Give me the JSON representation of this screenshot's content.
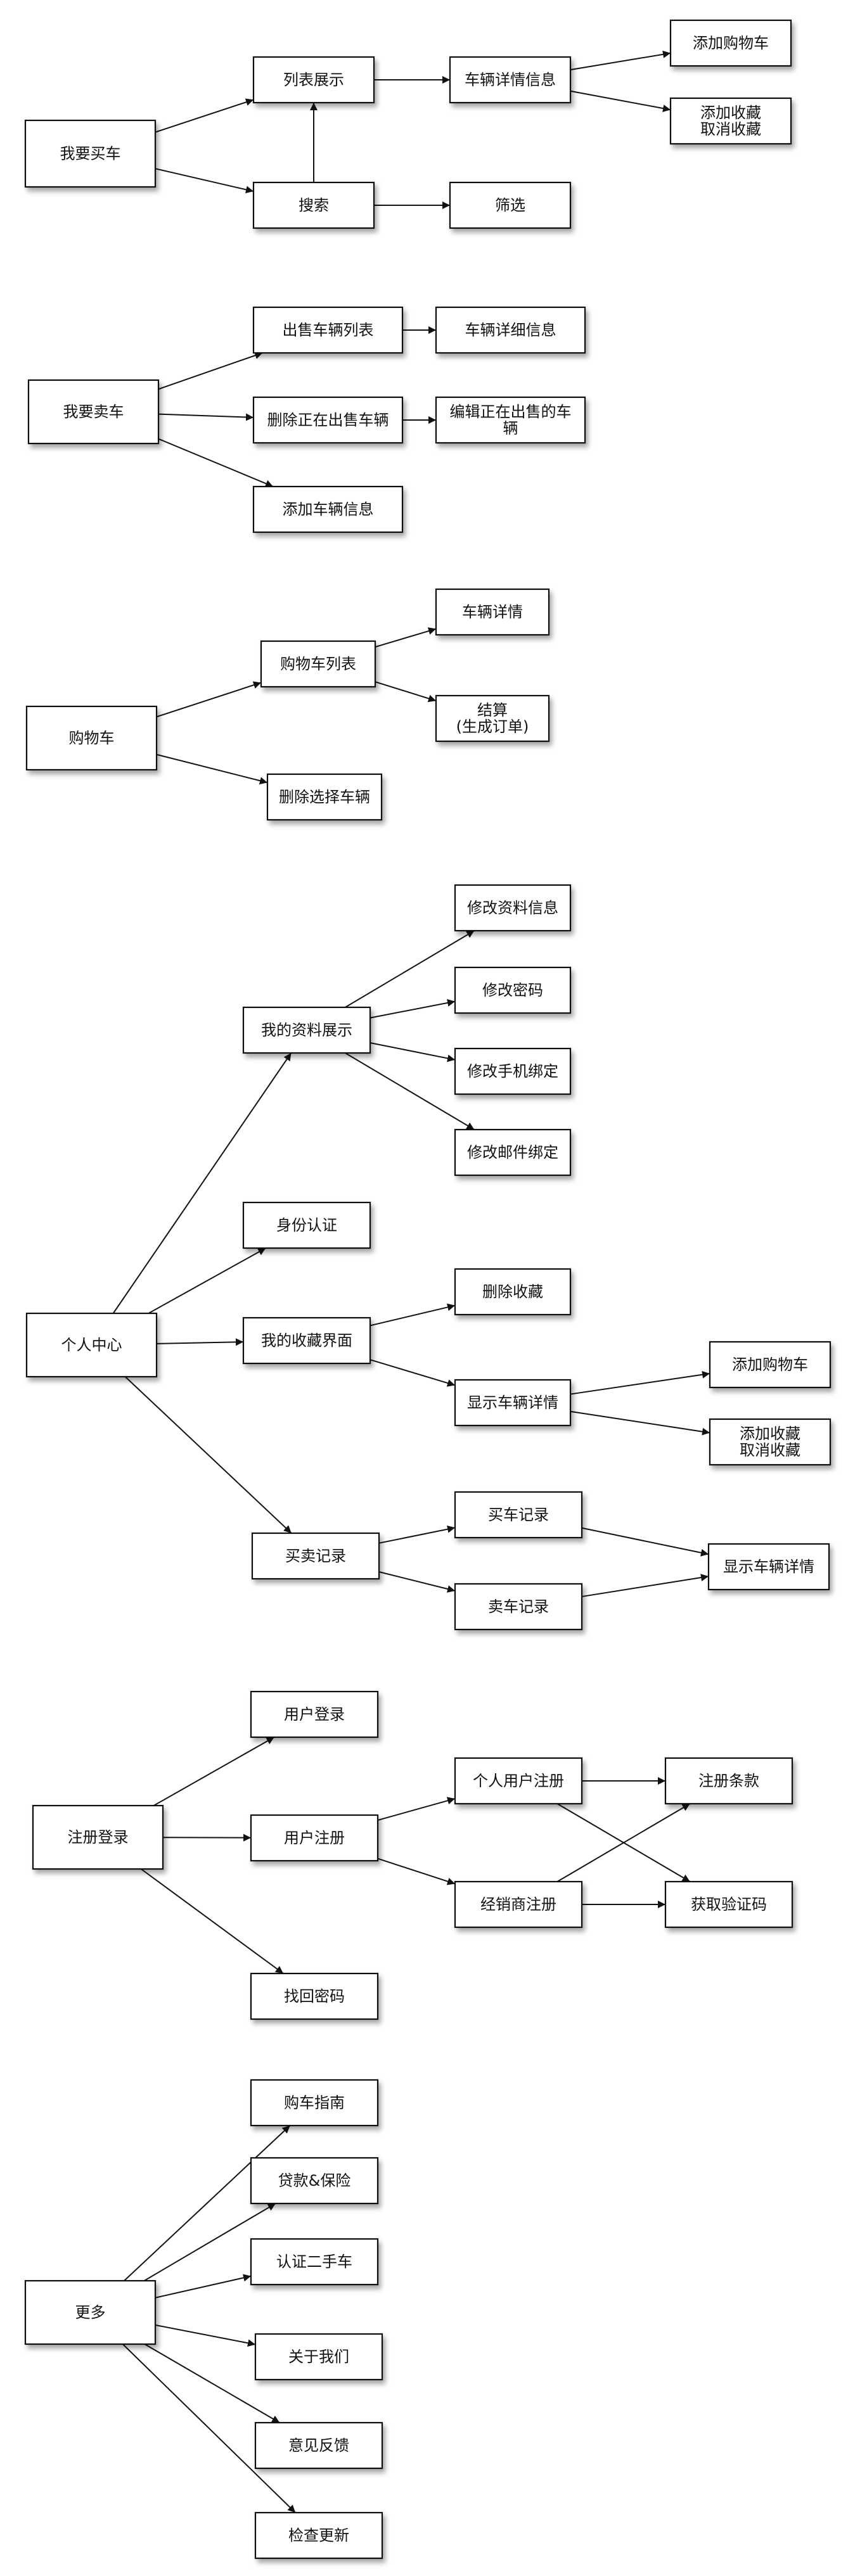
{
  "nodes": [
    {
      "id": "buy_root",
      "lines": [
        "我要买车"
      ]
    },
    {
      "id": "buy_list",
      "lines": [
        "列表展示"
      ]
    },
    {
      "id": "buy_search",
      "lines": [
        "搜索"
      ]
    },
    {
      "id": "buy_detail",
      "lines": [
        "车辆详情信息"
      ]
    },
    {
      "id": "buy_filter",
      "lines": [
        "筛选"
      ]
    },
    {
      "id": "buy_cart",
      "lines": [
        "添加购物车"
      ]
    },
    {
      "id": "buy_fav",
      "lines": [
        "添加收藏",
        "取消收藏"
      ]
    },
    {
      "id": "sell_root",
      "lines": [
        "我要卖车"
      ]
    },
    {
      "id": "sell_list",
      "lines": [
        "出售车辆列表"
      ]
    },
    {
      "id": "sell_delete",
      "lines": [
        "删除正在出售车辆"
      ]
    },
    {
      "id": "sell_add",
      "lines": [
        "添加车辆信息"
      ]
    },
    {
      "id": "sell_detail",
      "lines": [
        "车辆详细信息"
      ]
    },
    {
      "id": "sell_edit",
      "lines": [
        "编辑正在出售的车",
        "辆"
      ]
    },
    {
      "id": "cart_root",
      "lines": [
        "购物车"
      ]
    },
    {
      "id": "cart_list",
      "lines": [
        "购物车列表"
      ]
    },
    {
      "id": "cart_delete",
      "lines": [
        "删除选择车辆"
      ]
    },
    {
      "id": "cart_detail",
      "lines": [
        "车辆详情"
      ]
    },
    {
      "id": "cart_checkout",
      "lines": [
        "结算",
        "(生成订单)"
      ]
    },
    {
      "id": "pc_root",
      "lines": [
        "个人中心"
      ]
    },
    {
      "id": "pc_profile",
      "lines": [
        "我的资料展示"
      ]
    },
    {
      "id": "pc_edit_info",
      "lines": [
        "修改资料信息"
      ]
    },
    {
      "id": "pc_edit_pwd",
      "lines": [
        "修改密码"
      ]
    },
    {
      "id": "pc_edit_phone",
      "lines": [
        "修改手机绑定"
      ]
    },
    {
      "id": "pc_edit_mail",
      "lines": [
        "修改邮件绑定"
      ]
    },
    {
      "id": "pc_identity",
      "lines": [
        "身份认证"
      ]
    },
    {
      "id": "pc_fav",
      "lines": [
        "我的收藏界面"
      ]
    },
    {
      "id": "pc_fav_delete",
      "lines": [
        "删除收藏"
      ]
    },
    {
      "id": "pc_fav_detail",
      "lines": [
        "显示车辆详情"
      ]
    },
    {
      "id": "pc_fav_cart",
      "lines": [
        "添加购物车"
      ]
    },
    {
      "id": "pc_fav_fav",
      "lines": [
        "添加收藏",
        "取消收藏"
      ]
    },
    {
      "id": "pc_trade",
      "lines": [
        "买卖记录"
      ]
    },
    {
      "id": "pc_trade_buy",
      "lines": [
        "买车记录"
      ]
    },
    {
      "id": "pc_trade_sell",
      "lines": [
        "卖车记录"
      ]
    },
    {
      "id": "pc_trade_detail",
      "lines": [
        "显示车辆详情"
      ]
    },
    {
      "id": "reg_root",
      "lines": [
        "注册登录"
      ]
    },
    {
      "id": "reg_login",
      "lines": [
        "用户登录"
      ]
    },
    {
      "id": "reg_register",
      "lines": [
        "用户注册"
      ]
    },
    {
      "id": "reg_forgot",
      "lines": [
        "找回密码"
      ]
    },
    {
      "id": "reg_personal",
      "lines": [
        "个人用户注册"
      ]
    },
    {
      "id": "reg_dealer",
      "lines": [
        "经销商注册"
      ]
    },
    {
      "id": "reg_terms",
      "lines": [
        "注册条款"
      ]
    },
    {
      "id": "reg_code",
      "lines": [
        "获取验证码"
      ]
    },
    {
      "id": "more_root",
      "lines": [
        "更多"
      ]
    },
    {
      "id": "more_guide",
      "lines": [
        "购车指南"
      ]
    },
    {
      "id": "more_loan",
      "lines": [
        "贷款&保险"
      ]
    },
    {
      "id": "more_cert",
      "lines": [
        "认证二手车"
      ]
    },
    {
      "id": "more_about",
      "lines": [
        "关于我们"
      ]
    },
    {
      "id": "more_feedback",
      "lines": [
        "意见反馈"
      ]
    },
    {
      "id": "more_update",
      "lines": [
        "检查更新"
      ]
    }
  ],
  "edges": [
    {
      "from": "buy_root",
      "to": "buy_list"
    },
    {
      "from": "buy_root",
      "to": "buy_search"
    },
    {
      "from": "buy_search",
      "to": "buy_list"
    },
    {
      "from": "buy_list",
      "to": "buy_detail"
    },
    {
      "from": "buy_search",
      "to": "buy_filter"
    },
    {
      "from": "buy_detail",
      "to": "buy_cart"
    },
    {
      "from": "buy_detail",
      "to": "buy_fav"
    },
    {
      "from": "sell_root",
      "to": "sell_list"
    },
    {
      "from": "sell_root",
      "to": "sell_delete"
    },
    {
      "from": "sell_root",
      "to": "sell_add"
    },
    {
      "from": "sell_list",
      "to": "sell_detail"
    },
    {
      "from": "sell_delete",
      "to": "sell_edit"
    },
    {
      "from": "cart_root",
      "to": "cart_list"
    },
    {
      "from": "cart_root",
      "to": "cart_delete"
    },
    {
      "from": "cart_list",
      "to": "cart_detail"
    },
    {
      "from": "cart_list",
      "to": "cart_checkout"
    },
    {
      "from": "pc_root",
      "to": "pc_profile"
    },
    {
      "from": "pc_root",
      "to": "pc_identity"
    },
    {
      "from": "pc_root",
      "to": "pc_fav"
    },
    {
      "from": "pc_root",
      "to": "pc_trade"
    },
    {
      "from": "pc_profile",
      "to": "pc_edit_info"
    },
    {
      "from": "pc_profile",
      "to": "pc_edit_pwd"
    },
    {
      "from": "pc_profile",
      "to": "pc_edit_phone"
    },
    {
      "from": "pc_profile",
      "to": "pc_edit_mail"
    },
    {
      "from": "pc_fav",
      "to": "pc_fav_delete"
    },
    {
      "from": "pc_fav",
      "to": "pc_fav_detail"
    },
    {
      "from": "pc_fav_detail",
      "to": "pc_fav_cart"
    },
    {
      "from": "pc_fav_detail",
      "to": "pc_fav_fav"
    },
    {
      "from": "pc_trade",
      "to": "pc_trade_buy"
    },
    {
      "from": "pc_trade",
      "to": "pc_trade_sell"
    },
    {
      "from": "pc_trade_buy",
      "to": "pc_trade_detail"
    },
    {
      "from": "pc_trade_sell",
      "to": "pc_trade_detail"
    },
    {
      "from": "reg_root",
      "to": "reg_login"
    },
    {
      "from": "reg_root",
      "to": "reg_register"
    },
    {
      "from": "reg_root",
      "to": "reg_forgot"
    },
    {
      "from": "reg_register",
      "to": "reg_personal"
    },
    {
      "from": "reg_register",
      "to": "reg_dealer"
    },
    {
      "from": "reg_personal",
      "to": "reg_terms"
    },
    {
      "from": "reg_personal",
      "to": "reg_code"
    },
    {
      "from": "reg_dealer",
      "to": "reg_terms"
    },
    {
      "from": "reg_dealer",
      "to": "reg_code"
    },
    {
      "from": "more_root",
      "to": "more_guide"
    },
    {
      "from": "more_root",
      "to": "more_loan"
    },
    {
      "from": "more_root",
      "to": "more_cert"
    },
    {
      "from": "more_root",
      "to": "more_about"
    },
    {
      "from": "more_root",
      "to": "more_feedback"
    },
    {
      "from": "more_root",
      "to": "more_update"
    }
  ]
}
